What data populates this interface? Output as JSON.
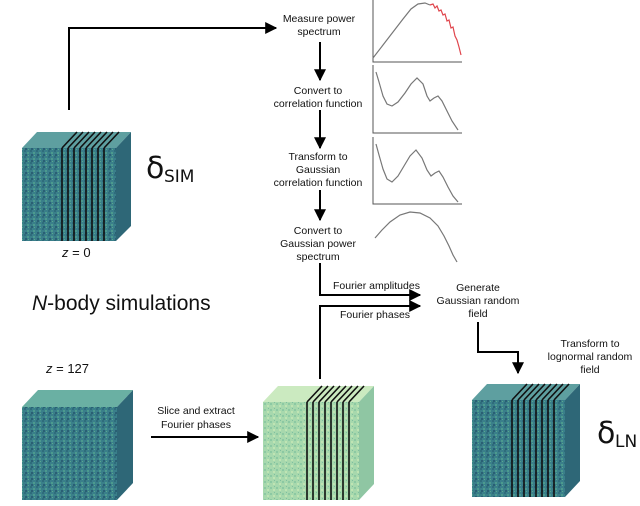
{
  "steps": {
    "measure": [
      "Measure power",
      "spectrum"
    ],
    "convert_corr": [
      "Convert to",
      "correlation function"
    ],
    "transform_gauss": [
      "Transform to",
      "Gaussian",
      "correlation function"
    ],
    "convert_gauss_ps": [
      "Convert to",
      "Gaussian power",
      "spectrum"
    ],
    "generate": [
      "Generate",
      "Gaussian random",
      "field"
    ],
    "transform_ln": [
      "Transform to",
      "lognormal random",
      "field"
    ]
  },
  "labels": {
    "fourier_amplitudes": "Fourier amplitudes",
    "fourier_phases": "Fourier phases",
    "slice_extract": [
      "Slice and extract",
      "Fourier phases"
    ],
    "nbody": "N-body simulations",
    "z0": "z = 0",
    "z127": "z = 127"
  },
  "symbols": {
    "delta": "δ",
    "sim_sub": "SIM",
    "ln_sub": "LN"
  },
  "colors": {
    "cube_teal": "#3a7f8a",
    "cube_green": "#a7d8ad",
    "highlight_red": "#e0454c"
  }
}
